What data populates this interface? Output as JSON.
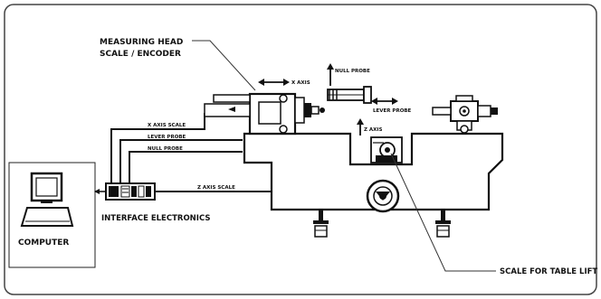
{
  "labels": {
    "measuring_head_line1": "MEASURING HEAD",
    "measuring_head_line2": "SCALE / ENCODER",
    "x_axis": "X AXIS",
    "null_probe_top": "NULL PROBE",
    "lever_probe_line1": "LEVER PROBE",
    "x_axis_scale": "X AXIS SCALE",
    "lever_probe_cable": "LEVER PROBE",
    "null_probe_cable": "NULL PROBE",
    "z_axis": "Z AXIS",
    "z_axis_scale": "Z AXIS SCALE",
    "interface_electronics": "INTERFACE ELECTRONICS",
    "computer": "COMPUTER",
    "scale_for_table_lift": "SCALE FOR TABLE LIFT"
  },
  "colors": {
    "line": "#222222",
    "fill_dark": "#111111",
    "fill_light": "#ffffff",
    "frame": "#444444"
  }
}
